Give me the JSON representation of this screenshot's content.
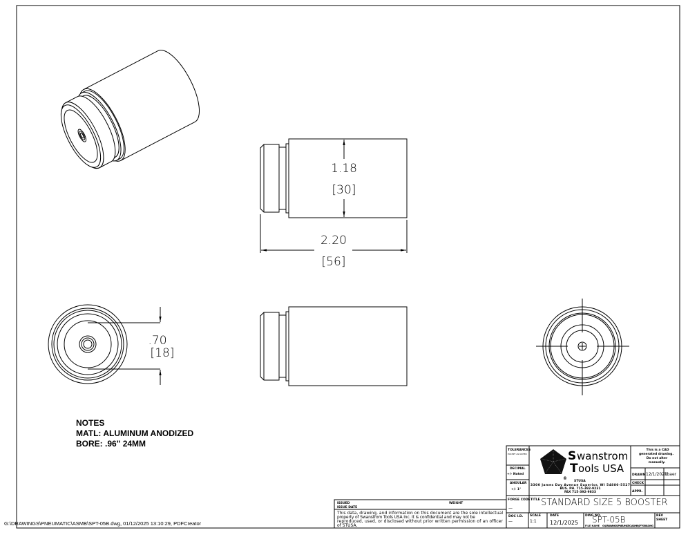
{
  "drawing": {
    "dimensions": {
      "height_in": "1.18",
      "height_mm": "[30]",
      "length_in": "2.20",
      "length_mm": "[56]",
      "bore_in": ".70",
      "bore_mm": "[18]"
    },
    "notes": {
      "heading": "NOTES",
      "material": "MATL: ALUMINUM ANODIZED",
      "bore": "BORE: .96\" 24MM"
    }
  },
  "title_block": {
    "tolerances_label": "TOLERANCES",
    "tolerances_sub": "EXCEPT AS NOTED",
    "decimal_label": "DECIMAL",
    "decimal_value": "+/- Noted",
    "angular_label": "ANGULAR",
    "angular_value": "+/- 1°",
    "company_line1": "wanstrom",
    "company_line1_initial": "S",
    "company_line2": "ools USA",
    "company_line2_initial": "T",
    "registered": "®",
    "abbrev": "STUSA",
    "address": "3300 James Day Avenue Superior, WI 54880-5527",
    "phone": "BUS. PH. 715-392-9231",
    "fax": "FAX 715-392-9833",
    "cad_note_1": "This is a CAD",
    "cad_note_2": "generated drawing.",
    "cad_note_3": "Do not alter",
    "cad_note_4": "manually.",
    "drawn_label": "DRAWN",
    "drawn_date": "12/1/2025",
    "drawn_by": "kbaer",
    "check_label": "CHECK",
    "appr_label": "APPR.",
    "forge_code_label": "FORGE CODE",
    "forge_code_value": "—",
    "title_label": "TITLE",
    "title_value": "STANDARD SIZE 5 BOOSTER",
    "doc_id_label": "DOC I.D.",
    "doc_id_value": "—",
    "scale_label": "SCALE",
    "scale_value": "1:1",
    "date_label": "DATE",
    "date_value": "12/1/2025",
    "dwg_no_label": "DWG NO.",
    "dwg_no_value": "SPT-05B",
    "file_name_label": "FILE NAME",
    "file_name_value": "G:\\DRAWINGS\\PNEUMATIC\\ASMB\\SPT-05B.DWG",
    "rev_label": "REV",
    "sheet_label": "SHEET"
  },
  "issue_block": {
    "issued_label": "ISSUED",
    "issue_date_label": "ISSUE DATE",
    "weight_label": "WEIGHT",
    "disclaimer_1": "This data, drawing, and information on this document are the sole intellectual",
    "disclaimer_2": "property of Swanstrom Tools USA Inc.  It is confidential and may not be",
    "disclaimer_3": "reproduced, used, or disclosed without prior written permission of an officer",
    "disclaimer_4": "of STUSA."
  },
  "footer": {
    "plot_info": "G:\\DRAWINGS\\PNEUMATIC\\ASMB\\SPT-05B.dwg, 01/12/2025 13:10:29, PDFCreator"
  }
}
